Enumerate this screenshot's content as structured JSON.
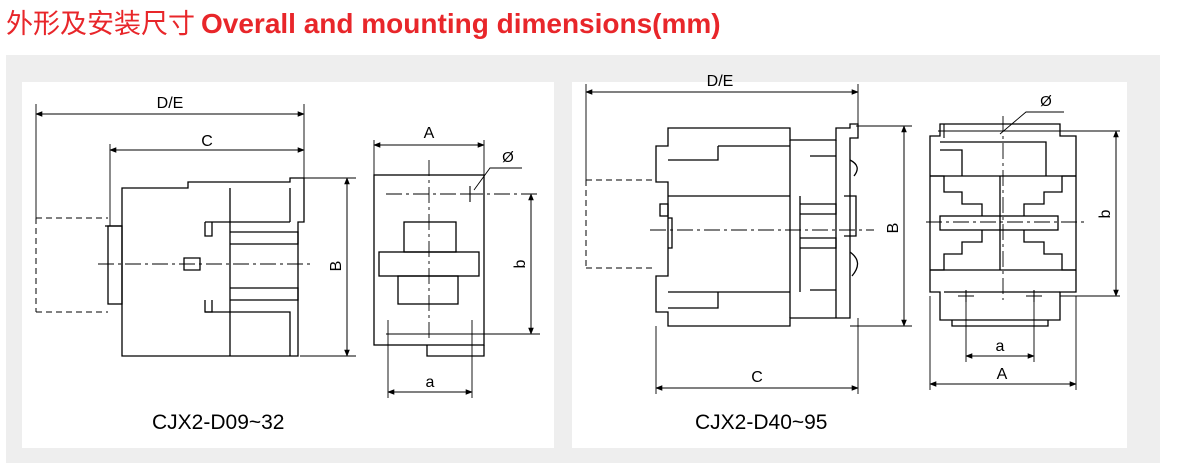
{
  "header": {
    "title_cn": "外形及安装尺寸",
    "title_en": "Overall and mounting dimensions(mm)"
  },
  "colors": {
    "title": "#e8262a",
    "panel_bg": "#eeeeee",
    "drawing_bg": "#ffffff",
    "line": "#000000"
  },
  "left_group": {
    "caption": "CJX2-D09~32",
    "side_view": {
      "label_de": "D/E",
      "label_c": "C",
      "label_b": "B"
    },
    "front_view": {
      "label_a": "A",
      "label_b": "b",
      "label_a_small": "a",
      "label_dia": "Ø"
    }
  },
  "right_group": {
    "caption": "CJX2-D40~95",
    "side_view": {
      "label_de": "D/E",
      "label_c": "C",
      "label_b": "B"
    },
    "front_view": {
      "label_a": "A",
      "label_b": "b",
      "label_a_small": "a",
      "label_dia": "Ø"
    }
  }
}
